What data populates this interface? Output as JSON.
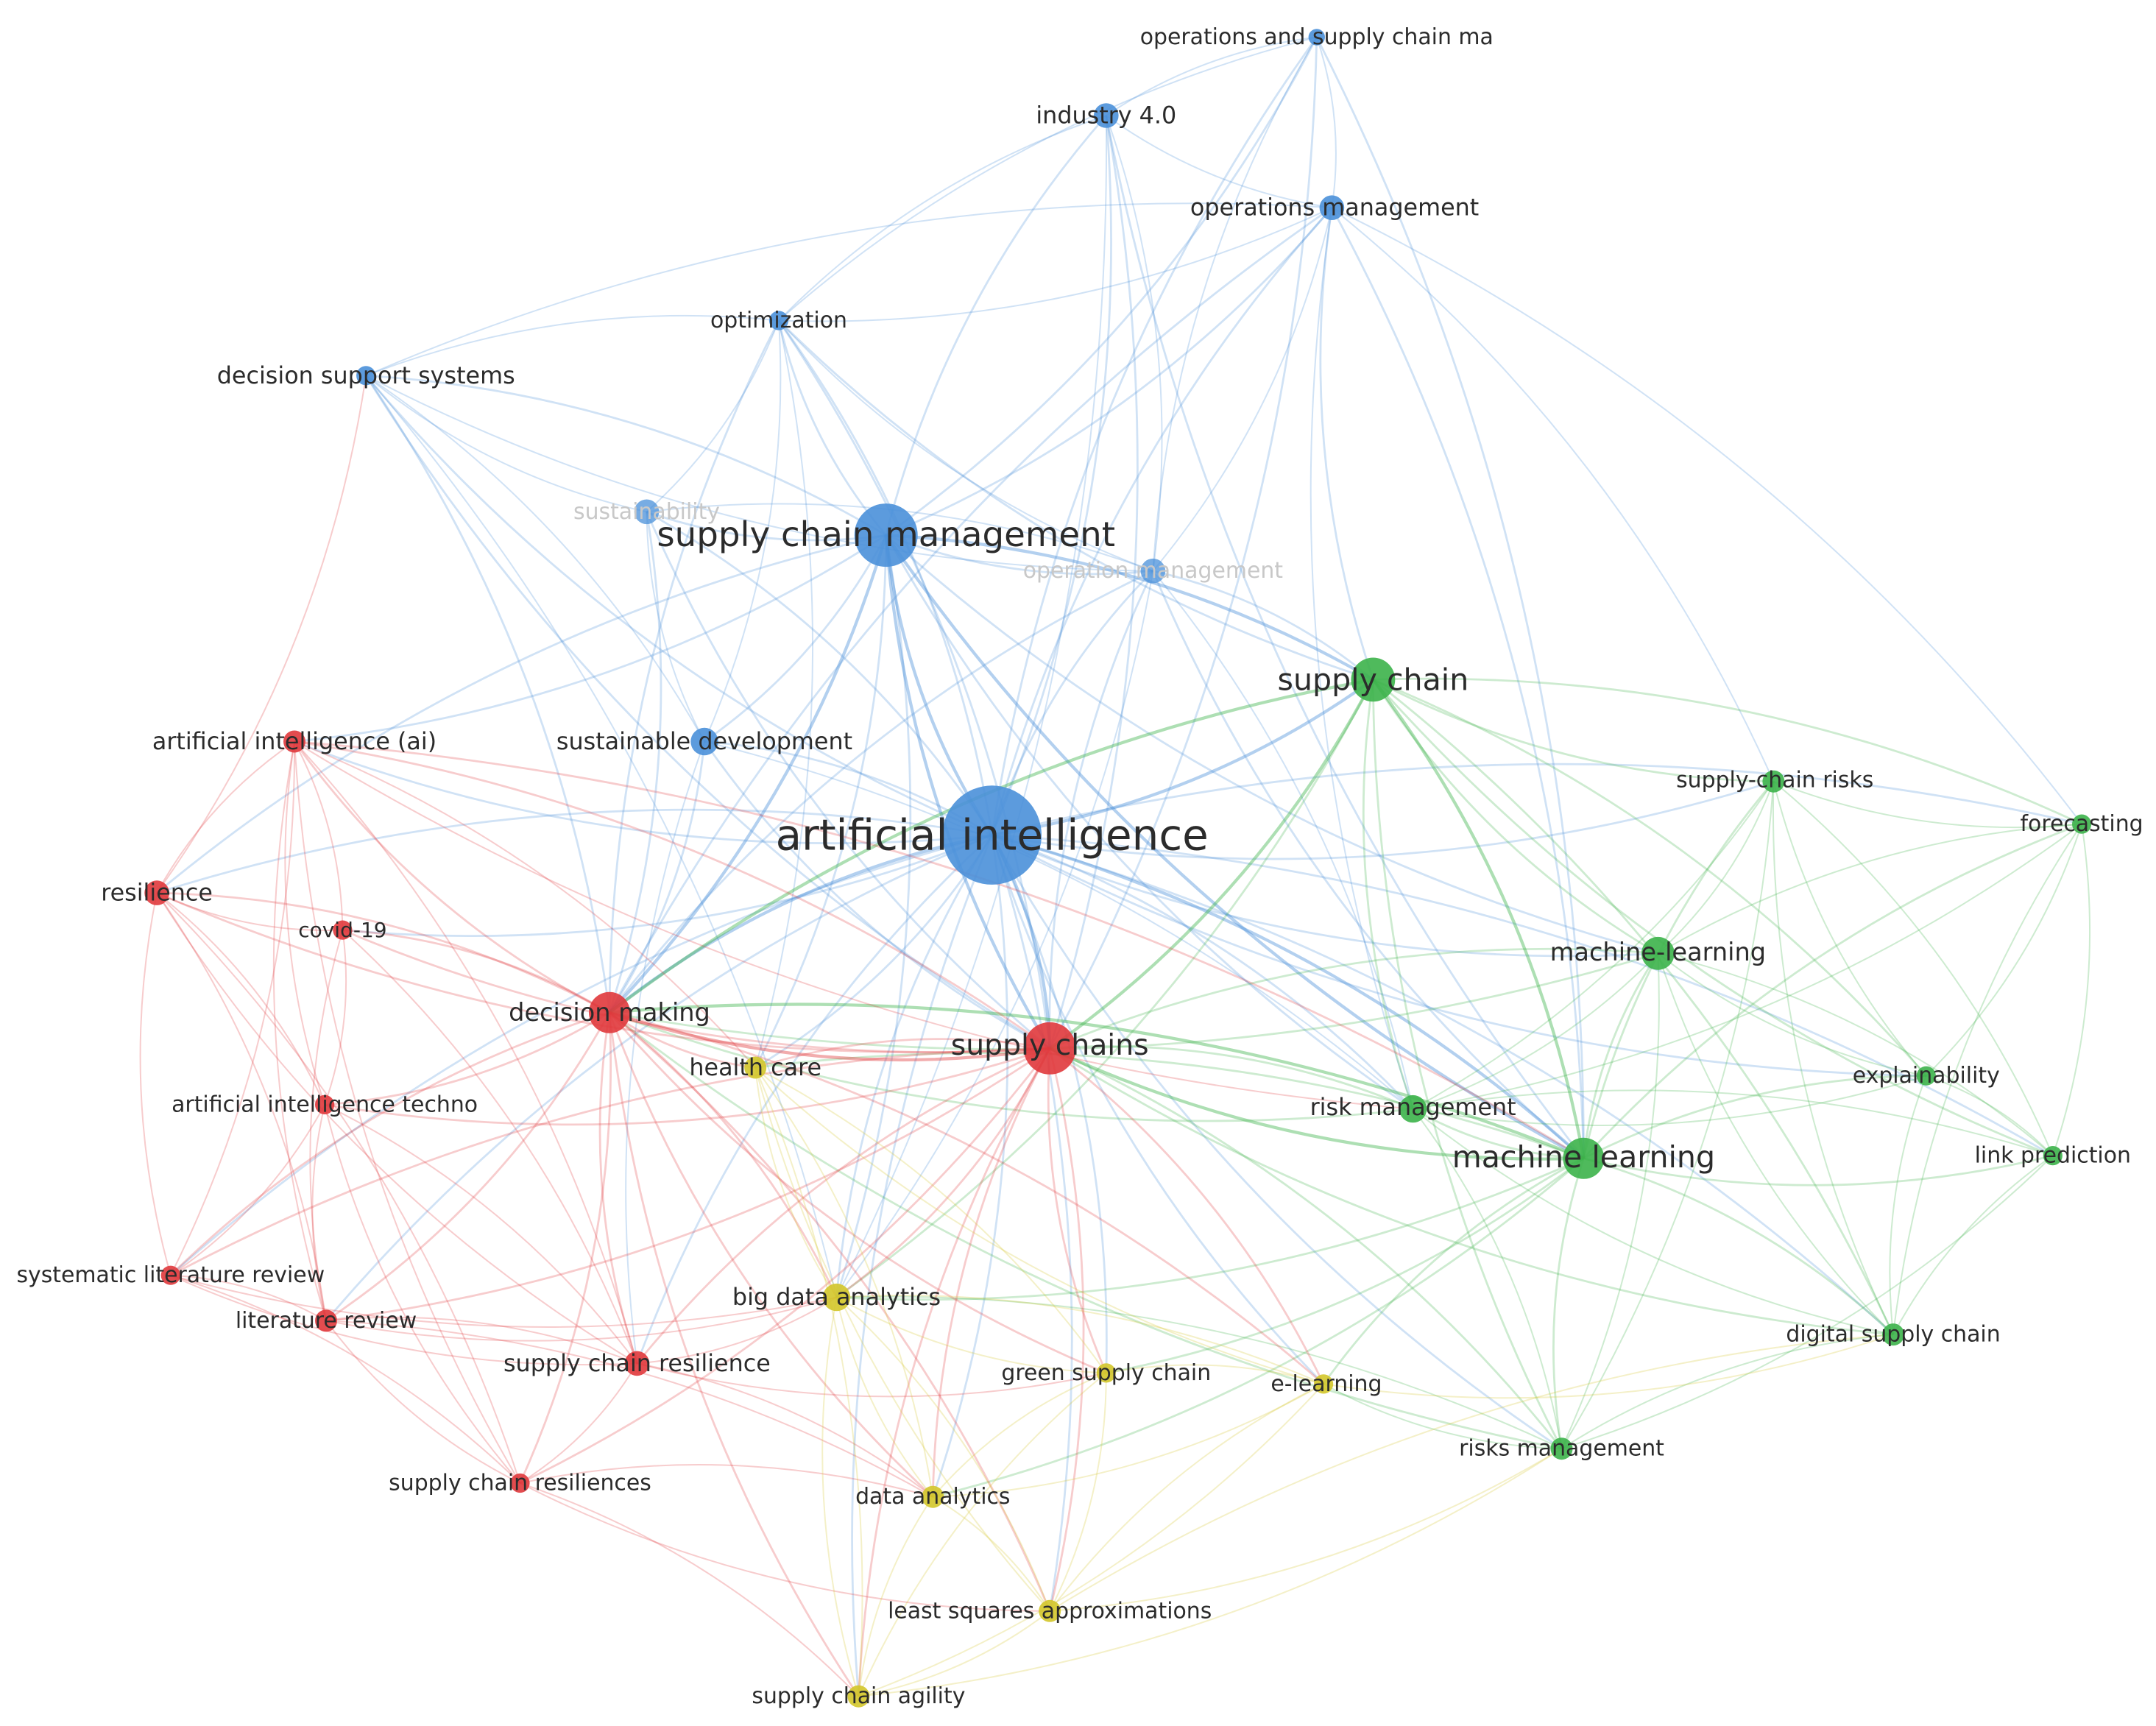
{
  "cluster_colors": {
    "blue": "#4a90d9",
    "green": "#3cb34a",
    "red": "#e0393c",
    "yellow": "#d3c62a"
  },
  "nodes": [
    {
      "id": "operations-and-supply-chain-ma",
      "label": "operations and supply chain ma",
      "cluster": "blue",
      "weight": 1
    },
    {
      "id": "industry-4-0",
      "label": "industry 4.0",
      "cluster": "blue",
      "weight": 2
    },
    {
      "id": "operations-management",
      "label": "operations management",
      "cluster": "blue",
      "weight": 2
    },
    {
      "id": "optimization",
      "label": "optimization",
      "cluster": "blue",
      "weight": 1
    },
    {
      "id": "decision-support-systems",
      "label": "decision support systems",
      "cluster": "blue",
      "weight": 1
    },
    {
      "id": "sustainability",
      "label": "sustainability",
      "cluster": "blue",
      "weight": 1,
      "faded": true
    },
    {
      "id": "supply-chain-management",
      "label": "supply chain management",
      "cluster": "blue",
      "weight": 5
    },
    {
      "id": "operation-management",
      "label": "operation management",
      "cluster": "blue",
      "weight": 1,
      "faded": true
    },
    {
      "id": "sustainable-development",
      "label": "sustainable development",
      "cluster": "blue",
      "weight": 2
    },
    {
      "id": "artificial-intelligence",
      "label": "artificial intelligence",
      "cluster": "blue",
      "weight": 10
    },
    {
      "id": "supply-chain",
      "label": "supply chain",
      "cluster": "green",
      "weight": 4
    },
    {
      "id": "supply-chain-risks",
      "label": "supply-chain risks",
      "cluster": "green",
      "weight": 1
    },
    {
      "id": "forecasting",
      "label": "forecasting",
      "cluster": "green",
      "weight": 1
    },
    {
      "id": "machine-learning-hyphen",
      "label": "machine-learning",
      "cluster": "green",
      "weight": 3
    },
    {
      "id": "explainability",
      "label": "explainability",
      "cluster": "green",
      "weight": 1
    },
    {
      "id": "risk-management",
      "label": "risk management",
      "cluster": "green",
      "weight": 2
    },
    {
      "id": "machine-learning",
      "label": "machine learning",
      "cluster": "green",
      "weight": 4
    },
    {
      "id": "link-prediction",
      "label": "link prediction",
      "cluster": "green",
      "weight": 1
    },
    {
      "id": "digital-supply-chain",
      "label": "digital supply chain",
      "cluster": "green",
      "weight": 1
    },
    {
      "id": "risks-management",
      "label": "risks management",
      "cluster": "green",
      "weight": 1
    },
    {
      "id": "artificial-intelligence-ai",
      "label": "artificial intelligence (ai)",
      "cluster": "red",
      "weight": 2
    },
    {
      "id": "resilience",
      "label": "resilience",
      "cluster": "red",
      "weight": 2
    },
    {
      "id": "covid-19",
      "label": "covid-19",
      "cluster": "red",
      "weight": 1
    },
    {
      "id": "decision-making",
      "label": "decision making",
      "cluster": "red",
      "weight": 4
    },
    {
      "id": "supply-chains",
      "label": "supply chains",
      "cluster": "red",
      "weight": 5
    },
    {
      "id": "artificial-intelligence-techno",
      "label": "artificial intelligence techno",
      "cluster": "red",
      "weight": 1
    },
    {
      "id": "systematic-literature-review",
      "label": "systematic literature review",
      "cluster": "red",
      "weight": 1
    },
    {
      "id": "literature-review",
      "label": "literature review",
      "cluster": "red",
      "weight": 2
    },
    {
      "id": "supply-chain-resilience",
      "label": "supply chain resilience",
      "cluster": "red",
      "weight": 2
    },
    {
      "id": "supply-chain-resiliences",
      "label": "supply chain resiliences",
      "cluster": "red",
      "weight": 1
    },
    {
      "id": "health-care",
      "label": "health care",
      "cluster": "yellow",
      "weight": 2
    },
    {
      "id": "big-data-analytics",
      "label": "big data analytics",
      "cluster": "yellow",
      "weight": 3
    },
    {
      "id": "green-supply-chain",
      "label": "green supply chain",
      "cluster": "yellow",
      "weight": 1
    },
    {
      "id": "e-learning",
      "label": "e-learning",
      "cluster": "yellow",
      "weight": 1
    },
    {
      "id": "data-analytics",
      "label": "data analytics",
      "cluster": "yellow",
      "weight": 1
    },
    {
      "id": "least-squares-approximations",
      "label": "least squares approximations",
      "cluster": "yellow",
      "weight": 1
    },
    {
      "id": "supply-chain-agility",
      "label": "supply chain agility",
      "cluster": "yellow",
      "weight": 1
    }
  ]
}
